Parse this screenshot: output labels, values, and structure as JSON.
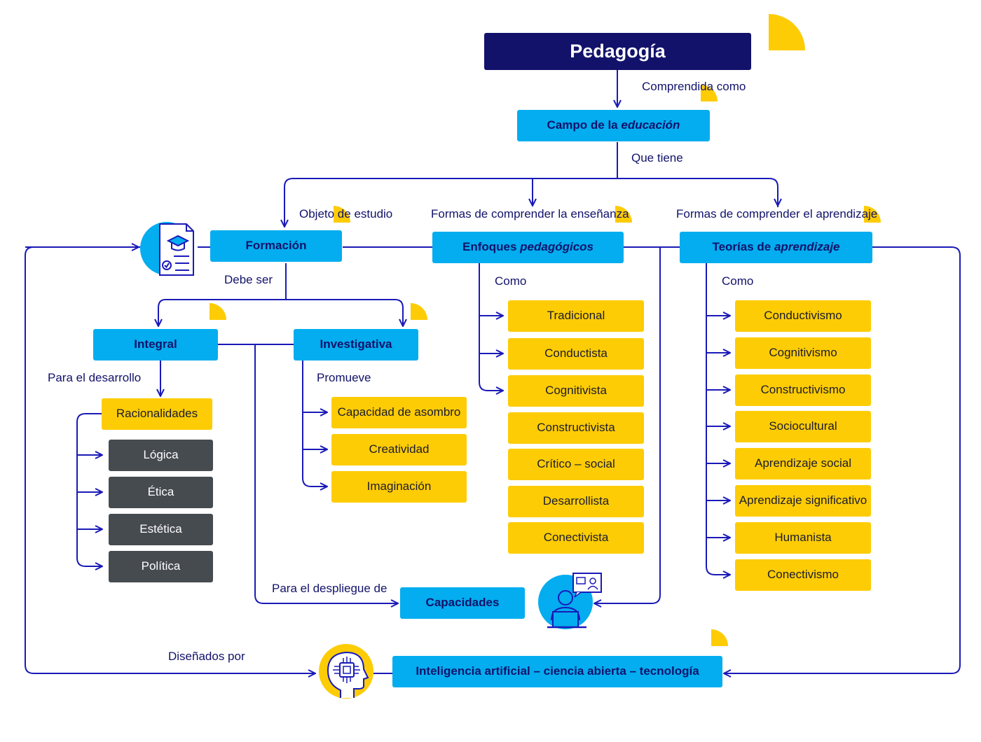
{
  "root": {
    "title": "Pedagogía"
  },
  "links": {
    "comprendida": "Comprendida como",
    "que_tiene": "Que tiene",
    "objeto": "Objeto de estudio",
    "formas_ensenanza": "Formas de comprender la enseñanza",
    "formas_aprendizaje": "Formas de comprender el aprendizaje",
    "debe_ser": "Debe ser",
    "como_1": "Como",
    "como_2": "Como",
    "para_desarrollo": "Para el desarrollo",
    "promueve": "Promueve",
    "para_despliegue": "Para el despliegue de",
    "disenados": "Diseñados por"
  },
  "nodes": {
    "campo_a": "Campo de la ",
    "campo_b": "educación",
    "formacion": "Formación",
    "enfoques_a": "Enfoques ",
    "enfoques_b": "pedagógicos",
    "teorias_a": "Teorías de ",
    "teorias_b": "aprendizaje",
    "integral": "Integral",
    "investigativa": "Investigativa",
    "racionalidades": "Racionalidades",
    "capacidades": "Capacidades",
    "ia": "Inteligencia artificial – ciencia abierta – tecnología"
  },
  "racionalidades": [
    "Lógica",
    "Ética",
    "Estética",
    "Política"
  ],
  "capacidades_promovidas": [
    "Capacidad de asombro",
    "Creatividad",
    "Imaginación"
  ],
  "enfoques": [
    "Tradicional",
    "Conductista",
    "Cognitivista",
    "Constructivista",
    "Crítico – social",
    "Desarrollista",
    "Conectivista"
  ],
  "teorias": [
    "Conductivismo",
    "Cognitivismo",
    "Constructivismo",
    "Sociocultural",
    "Aprendizaje social",
    "Aprendizaje significativo",
    "Humanista",
    "Conectivismo"
  ],
  "icons": [
    "document-graduation-icon",
    "person-at-laptop-icon",
    "ai-head-chip-icon"
  ],
  "colors": {
    "navy": "#12126b",
    "blue": "#03adef",
    "yellow": "#fdcc05",
    "gray": "#464b50",
    "line": "#1a1ab8"
  }
}
